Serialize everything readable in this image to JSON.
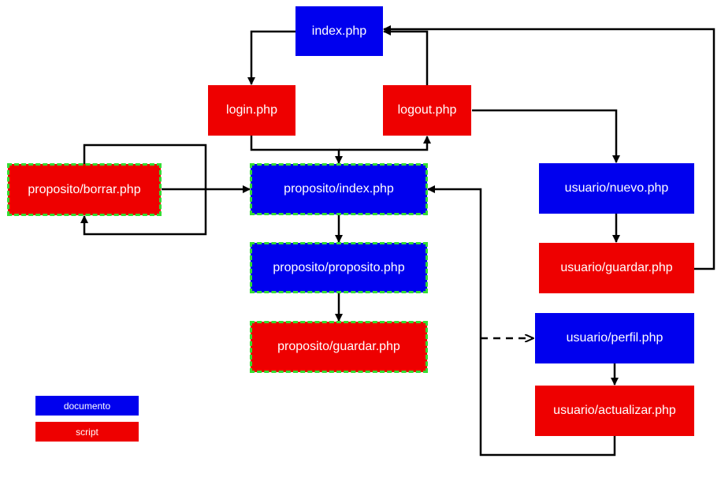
{
  "colors": {
    "document": "#0000ee",
    "script": "#ee0000",
    "highlight_border": "#33dd33",
    "line": "#000000"
  },
  "nodes": {
    "index": "index.php",
    "login": "login.php",
    "logout": "logout.php",
    "proposito_borrar": "proposito/borrar.php",
    "proposito_index": "proposito/index.php",
    "proposito_proposito": "proposito/proposito.php",
    "proposito_guardar": "proposito/guardar.php",
    "usuario_nuevo": "usuario/nuevo.php",
    "usuario_guardar": "usuario/guardar.php",
    "usuario_perfil": "usuario/perfil.php",
    "usuario_actualizar": "usuario/actualizar.php"
  },
  "legend": {
    "document": "documento",
    "script": "script"
  }
}
